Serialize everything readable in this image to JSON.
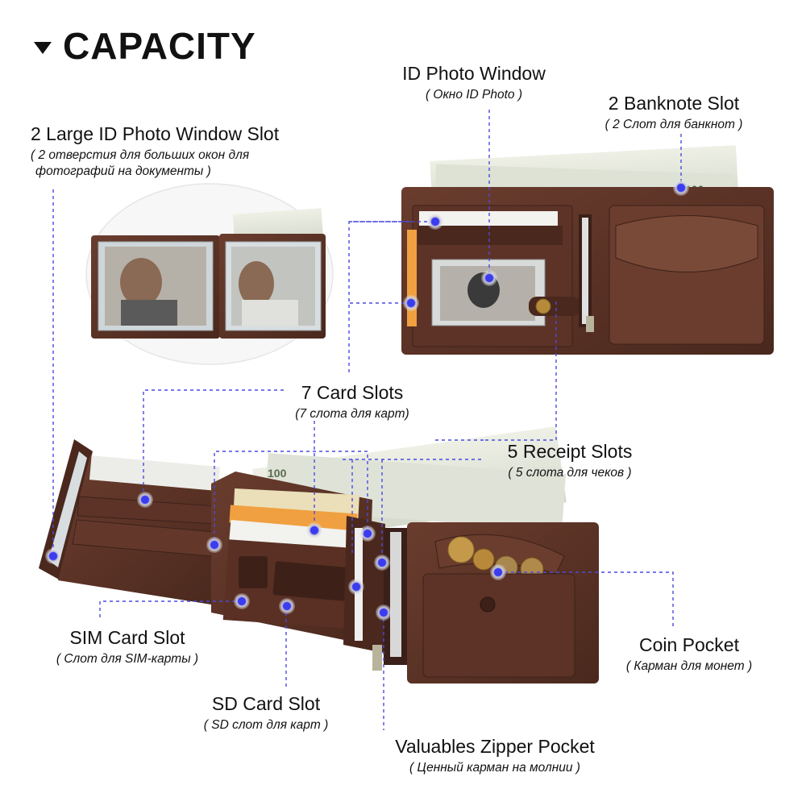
{
  "title": {
    "text": "CAPACITY",
    "marker": "triangle-down-icon"
  },
  "labels": {
    "id_photo_window": {
      "en": "ID Photo Window",
      "ru": "( Окно ID Photo )"
    },
    "banknote_slot": {
      "en": "2 Banknote Slot",
      "ru": "( 2 Слот для банкнот )"
    },
    "large_id_slot": {
      "en": "2 Large ID Photo Window Slot",
      "ru1": "( 2 отверстия для больших окон для",
      "ru2": "фотографий на документы )"
    },
    "card_slots": {
      "en": "7 Card Slots",
      "ru": "(7 слота для карт)"
    },
    "receipt_slots": {
      "en": "5 Receipt Slots",
      "ru": "( 5 слота для чеков )"
    },
    "sim_slot": {
      "en": "SIM Card Slot",
      "ru": "( Слот для SIM-карты  )"
    },
    "coin_pocket": {
      "en": "Coin Pocket",
      "ru": "( Карман для монет )"
    },
    "sd_slot": {
      "en": "SD Card Slot",
      "ru": "( SD слот для карт  )"
    },
    "zipper_pocket": {
      "en": "Valuables Zipper Pocket",
      "ru": "( Ценный карман на молнии )"
    }
  },
  "colors": {
    "leather": "#5a3226",
    "leather_dark": "#3d2119",
    "leather_light": "#7a4a38",
    "dot": "#3b3bf0",
    "line": "#4a4ae0",
    "banknote": "#e8eadf",
    "orange": "#f0a040"
  }
}
